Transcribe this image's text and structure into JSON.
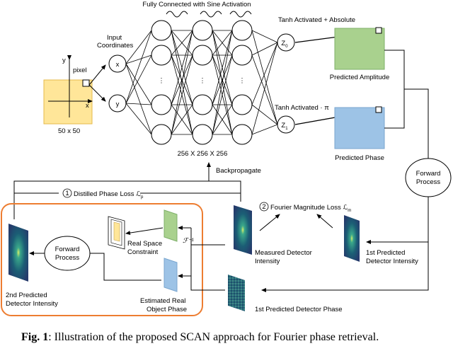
{
  "title_top": "Fully Connected with Sine Activation",
  "input_coords": [
    "Input",
    "Coordinates"
  ],
  "axis_y": "y",
  "axis_x": "x",
  "pixel_label": "pixel",
  "grid_size": "50 x 50",
  "node_x": "x",
  "node_y": "y",
  "dots": "⋮",
  "layers_label": "256 X 256 X 256",
  "z0": "Z",
  "z0_sub": "0",
  "z1": "Z",
  "z1_sub": "1",
  "tanh_abs": "Tanh Activated + Absolute",
  "tanh_pi": "Tanh Activated · π",
  "pred_amplitude": "Predicted Amplitude",
  "pred_phase": "Predicted Phase",
  "forward_process_right": [
    "Forward",
    "Process"
  ],
  "backpropagate": "Backpropagate",
  "loss1_num": "1",
  "loss1": "Distilled Phase Loss ℒ",
  "loss1_sub": "p",
  "loss2_num": "2",
  "loss2": "Fourier Magnitude Loss ℒ",
  "loss2_sub": "m",
  "forward_process_left": [
    "Forward",
    "Process"
  ],
  "real_space": [
    "Real Space",
    "Constraint"
  ],
  "fourier_inv": "ℱ⁻¹",
  "est_phase": [
    "Estimated Real",
    "Object Phase"
  ],
  "pred2_int": [
    "2nd Predicted",
    "Detector Intensity"
  ],
  "measured_int": [
    "Measured Detector",
    "Intensity"
  ],
  "pred1_int": [
    "1st Predicted",
    "Detector Intensity"
  ],
  "pred1_phase": "1st Predicted Detector Phase",
  "caption_fig": "Fig. 1",
  "caption_text": ": Illustration of the proposed SCAN approach for Fourier phase retrieval.",
  "colors": {
    "amplitude": "#a9d18e",
    "phase": "#9dc3e6",
    "grid": "#ffe699",
    "orange": "#ed7d31",
    "dark_teal": "#1f5b6e"
  }
}
